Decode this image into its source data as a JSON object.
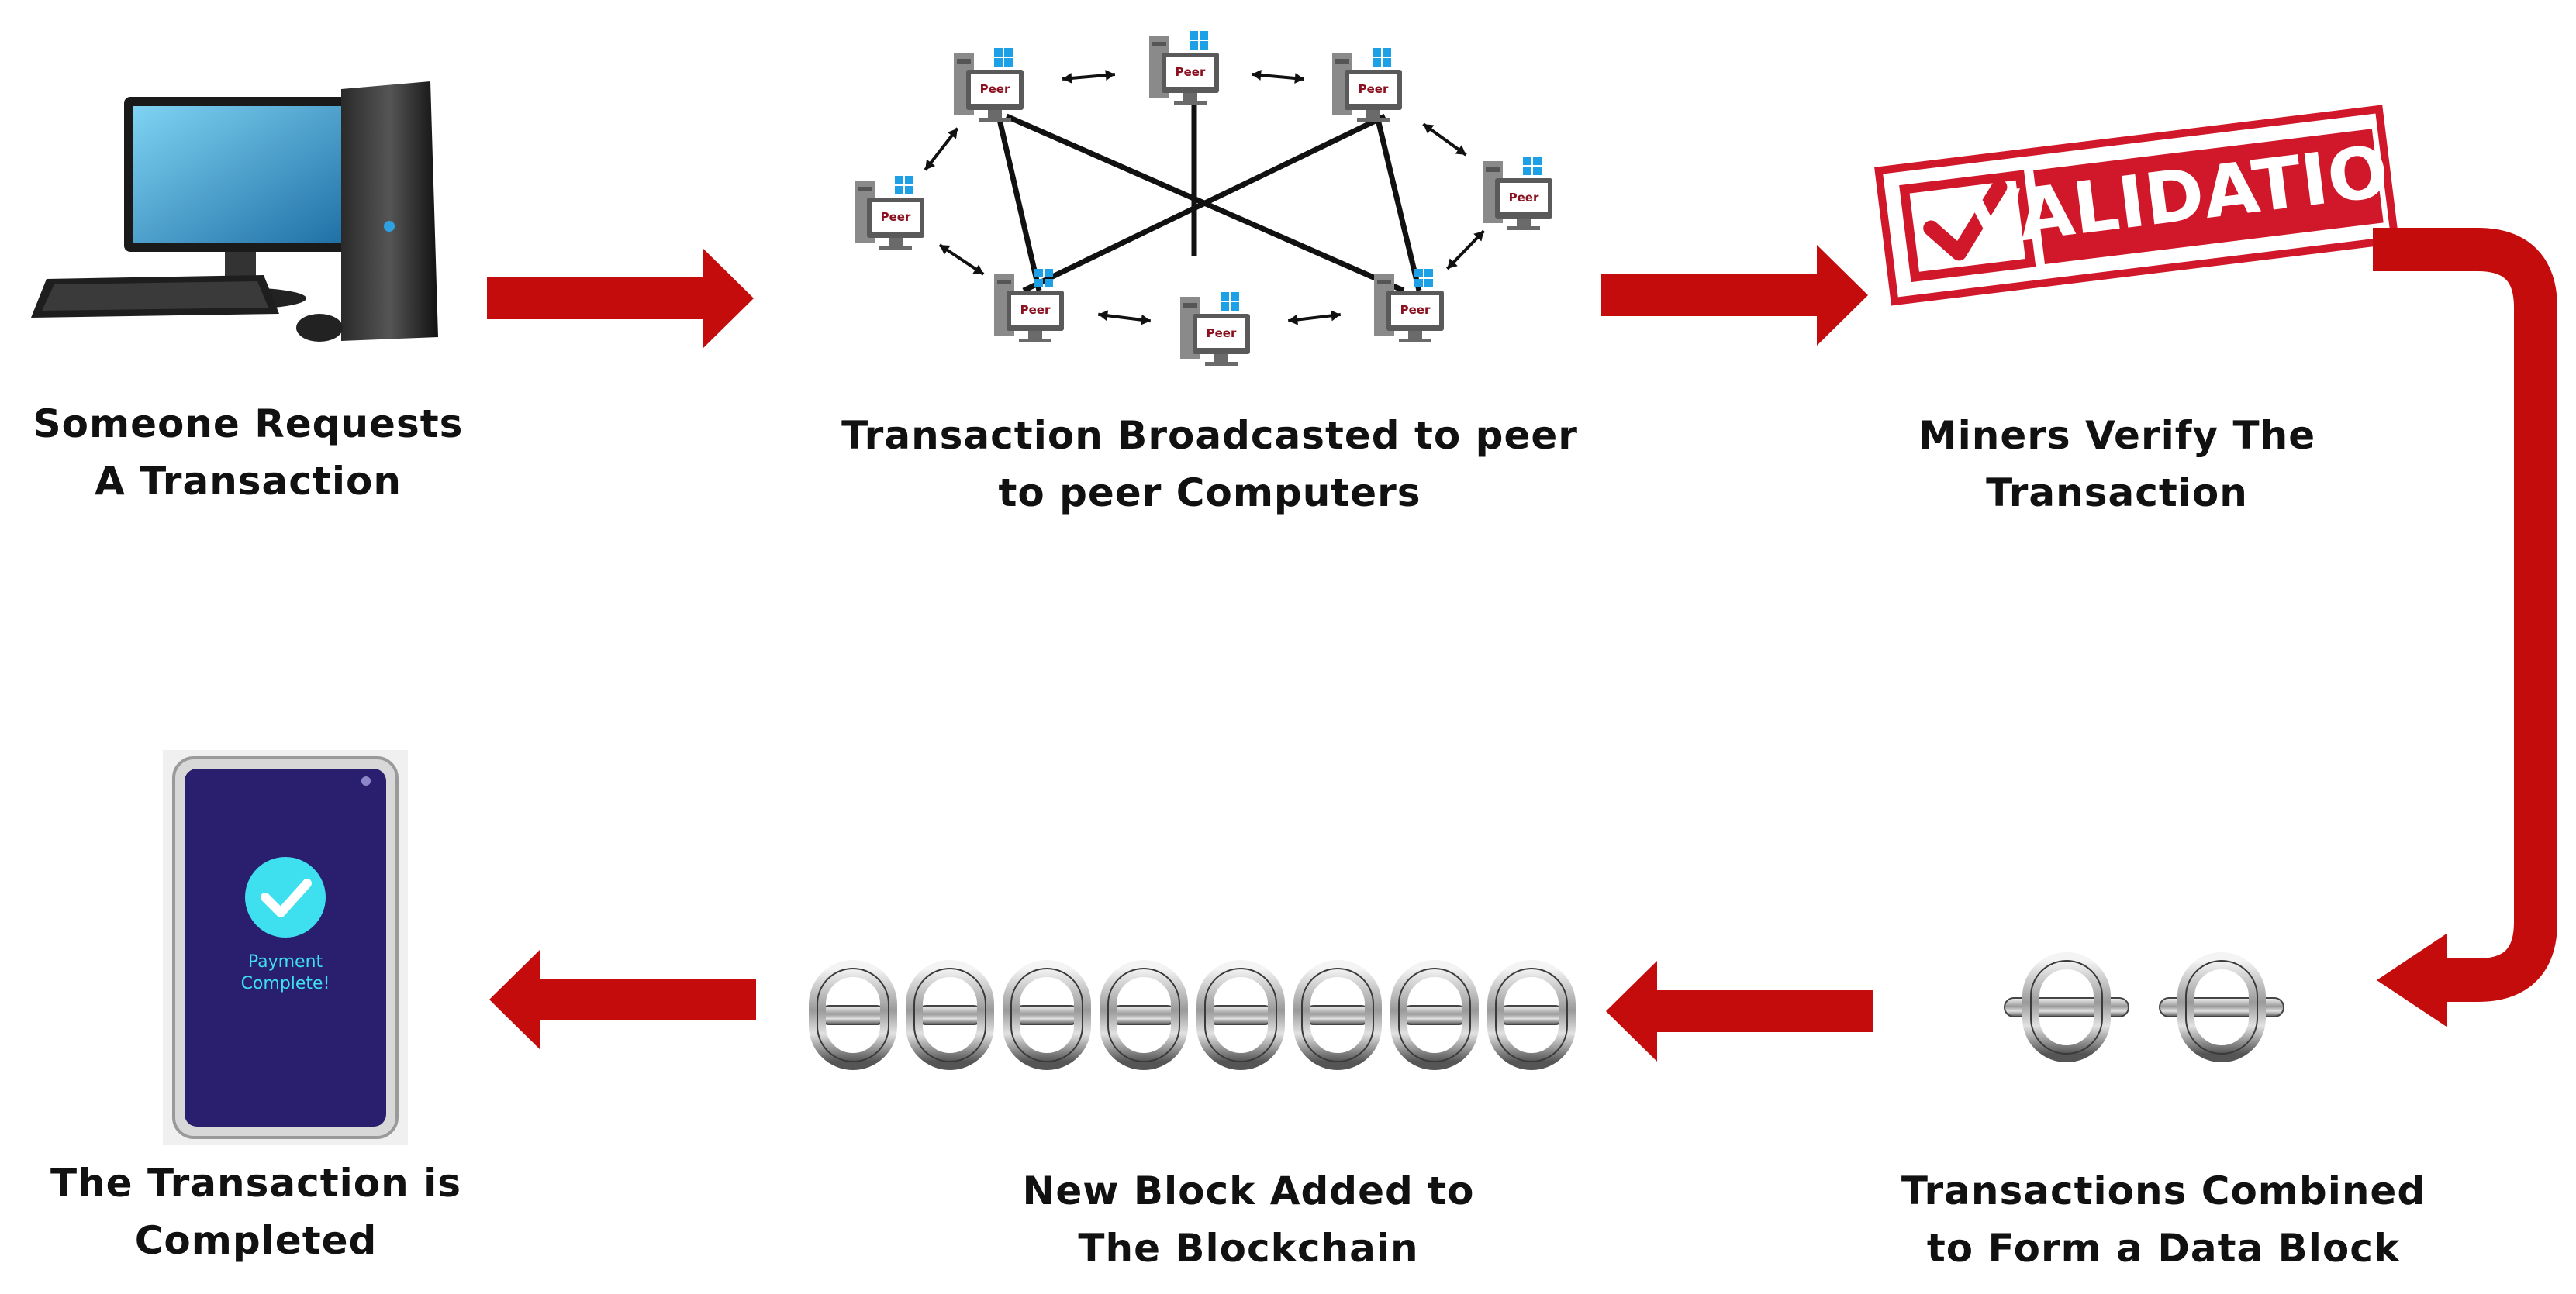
{
  "steps": [
    {
      "line1": "Someone Requests",
      "line2": "A Transaction"
    },
    {
      "line1": "Transaction Broadcasted to peer",
      "line2": "to peer Computers"
    },
    {
      "line1": "Miners Verify The",
      "line2": "Transaction"
    },
    {
      "line1": "Transactions Combined",
      "line2": "to Form a Data Block"
    },
    {
      "line1": "New Block Added to",
      "line2": "The Blockchain"
    },
    {
      "line1": "The Transaction is",
      "line2": "Completed"
    }
  ],
  "network": {
    "node_label": "Peer"
  },
  "validation": {
    "stamp_text": "VALIDATION"
  },
  "phone": {
    "message_line1": "Payment",
    "message_line2": "Complete!"
  },
  "colors": {
    "arrow": "#c40c0c",
    "stamp": "#d0182a",
    "phone_screen": "#2a1f6e",
    "check_circle": "#3ee0f0",
    "monitor_screen": "#2f8fc0",
    "caption": "#111111"
  }
}
